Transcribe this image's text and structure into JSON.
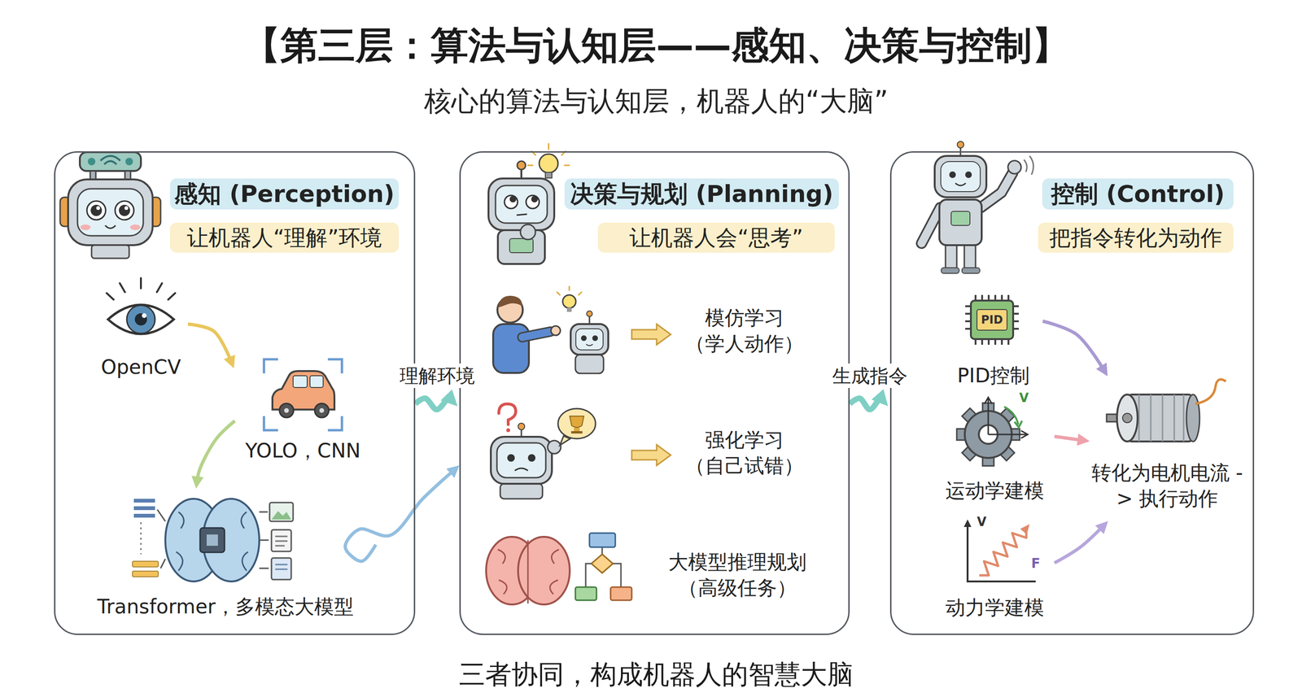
{
  "diagram": {
    "title": "【第三层：算法与认知层——感知、决策与控制】",
    "caption": "三者协同，构成机器人的智慧大脑",
    "nodes": [
      {
        "text": [
          "感知 (Perception)",
          "让机器人“理解”环境"
        ]
      },
      {
        "text": [
          "OpenCV"
        ],
        "in": 0
      },
      {
        "text": [
          "YOLO，CNN"
        ],
        "in": 0
      },
      {
        "text": [
          "Transformer，多模态大模型"
        ],
        "in": 0
      },
      {
        "text": [
          "决策与规划 (Planning)",
          "让机器人会“思考”"
        ]
      },
      {
        "text": [
          "模仿学习 （学人动作）"
        ],
        "in": 4
      },
      {
        "text": [
          "强化学习 （自己试错）"
        ],
        "in": 4
      },
      {
        "text": [
          "大模型推理规划 （高级任务）"
        ],
        "in": 4
      },
      {
        "text": [
          "控制 (Control)",
          "把指令转化为动作"
        ]
      },
      {
        "text": [
          "PID控制"
        ],
        "in": 8
      },
      {
        "text": [
          "运动学建模"
        ],
        "in": 8
      },
      {
        "text": [
          "动力学建模"
        ],
        "in": 8
      },
      {
        "text": [
          "转化为电机电流 -> 执行动作"
        ],
        "in": 8
      }
    ],
    "edges": [
      {
        "from": 1,
        "to": 2,
        "arrow": "to"
      },
      {
        "from": 2,
        "to": 3,
        "arrow": "to"
      },
      {
        "from": 3,
        "to": 4,
        "arrow": "to"
      },
      {
        "from": 0,
        "to": 4,
        "label": "理解环境",
        "arrow": "to"
      },
      {
        "from": 4,
        "to": 8,
        "label": "生成指令",
        "arrow": "to"
      },
      {
        "from": 9,
        "to": 12,
        "arrow": "to"
      },
      {
        "from": 10,
        "to": 12,
        "arrow": "to"
      },
      {
        "from": 11,
        "to": 12,
        "arrow": "to"
      }
    ],
    "labels": [
      "核心的算法与认知层，机器人的“大脑”",
      "PID",
      "V",
      "V",
      "F"
    ]
  }
}
